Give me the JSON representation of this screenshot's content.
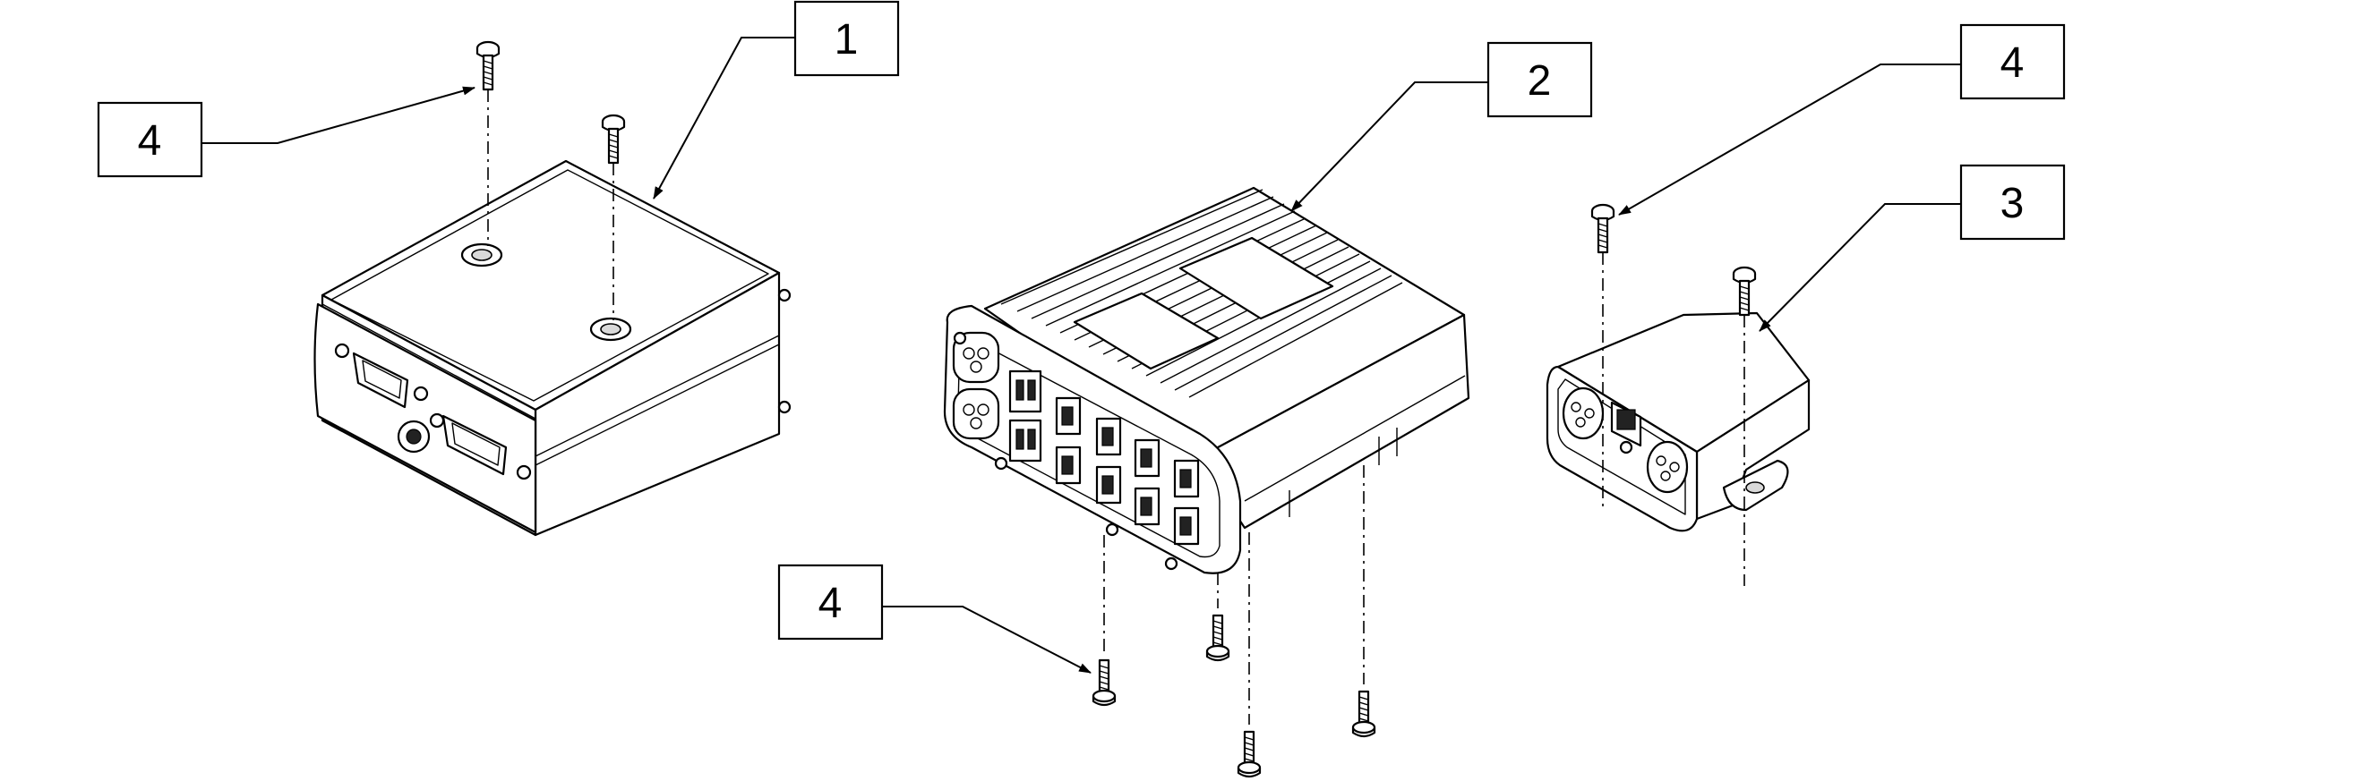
{
  "callouts": [
    {
      "id": "c1",
      "label": "1"
    },
    {
      "id": "c2",
      "label": "2"
    },
    {
      "id": "c3",
      "label": "3"
    },
    {
      "id": "c4a",
      "label": "4"
    },
    {
      "id": "c4b",
      "label": "4"
    },
    {
      "id": "c4c",
      "label": "4"
    }
  ]
}
